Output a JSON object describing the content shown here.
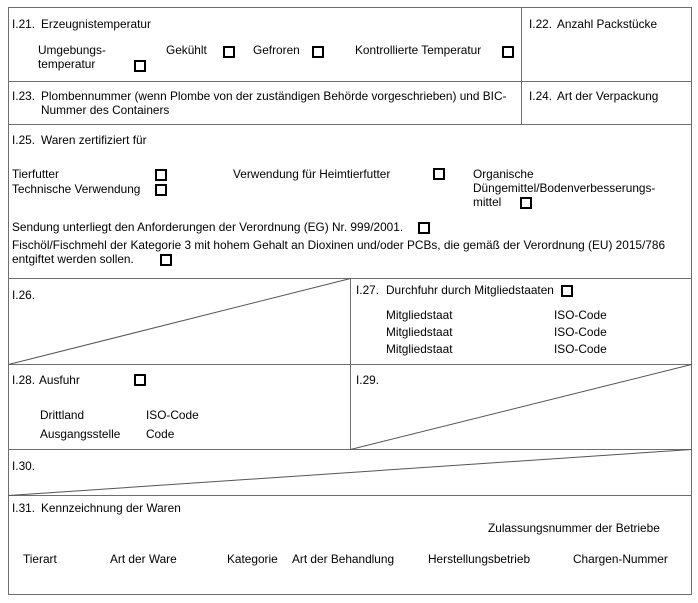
{
  "form": {
    "i21": {
      "number": "I.21.",
      "title": "Erzeugnistemperatur",
      "option_ambient_line1": "Umgebungs-",
      "option_ambient_line2": "temperatur",
      "option_chilled": "Gekühlt",
      "option_frozen": "Gefroren",
      "option_controlled": "Kontrollierte Temperatur"
    },
    "i22": {
      "number": "I.22.",
      "title": "Anzahl Packstücke"
    },
    "i23": {
      "number": "I.23.",
      "title_line1": "Plombennummer (wenn Plombe von der zuständigen Behörde vorgeschrieben) und BIC-",
      "title_line2": "Nummer des Containers"
    },
    "i24": {
      "number": "I.24.",
      "title": "Art der Verpackung"
    },
    "i25": {
      "number": "I.25.",
      "title": "Waren zertifiziert für",
      "option_feed": "Tierfutter",
      "option_petfood": "Verwendung für Heimtierfutter",
      "option_organic_line1": "Organische",
      "option_organic_line2": "Düngemittel/Bodenverbesserungs-",
      "option_organic_line3": "mittel",
      "option_technical": "Technische Verwendung",
      "statement_999": "Sendung unterliegt den Anforderungen der Verordnung (EG) Nr. 999/2001.",
      "statement_fish_line1": "Fischöl/Fischmehl der Kategorie 3 mit hohem Gehalt an Dioxinen und/oder PCBs, die gemäß der Verordnung (EU) 2015/786",
      "statement_fish_line2": "entgiftet werden sollen."
    },
    "i26": {
      "number": "I.26."
    },
    "i27": {
      "number": "I.27.",
      "title": "Durchfuhr durch Mitgliedstaaten",
      "rows": [
        {
          "label": "Mitgliedstaat",
          "code_label": "ISO-Code"
        },
        {
          "label": "Mitgliedstaat",
          "code_label": "ISO-Code"
        },
        {
          "label": "Mitgliedstaat",
          "code_label": "ISO-Code"
        }
      ]
    },
    "i28": {
      "number": "I.28.",
      "title": "Ausfuhr",
      "row_country_label": "Drittland",
      "row_country_code": "ISO-Code",
      "row_exit_label": "Ausgangsstelle",
      "row_exit_code": "Code"
    },
    "i29": {
      "number": "I.29."
    },
    "i30": {
      "number": "I.30."
    },
    "i31": {
      "number": "I.31.",
      "title": "Kennzeichnung der Waren",
      "approval_label": "Zulassungsnummer der Betriebe",
      "columns": [
        "Tierart",
        "Art der Ware",
        "Kategorie",
        "Art der Behandlung",
        "Herstellungsbetrieb",
        "Chargen-Nummer"
      ]
    }
  }
}
